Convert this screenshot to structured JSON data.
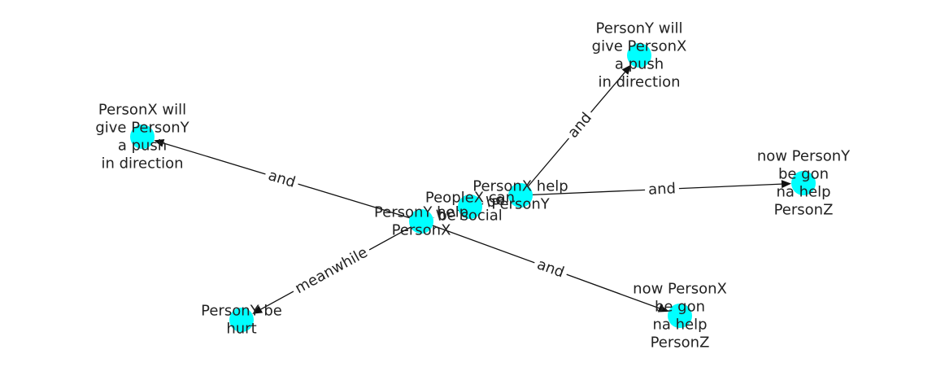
{
  "colors": {
    "node": "#00ffff",
    "edge": "#111111",
    "text": "#222222",
    "background": "#ffffff"
  },
  "graph": {
    "nodes": [
      {
        "id": "n_people_social",
        "lines": [
          "PeopleX can",
          "be social"
        ]
      },
      {
        "id": "n_x_help_y",
        "lines": [
          "PersonX help",
          "PersonY"
        ]
      },
      {
        "id": "n_y_help_x",
        "lines": [
          "PersonY help",
          "PersonX"
        ]
      },
      {
        "id": "n_y_push",
        "lines": [
          "PersonY will",
          "give PersonX",
          "a push",
          "in direction"
        ]
      },
      {
        "id": "n_x_push",
        "lines": [
          "PersonX will",
          "give PersonY",
          "a push",
          "in direction"
        ]
      },
      {
        "id": "n_y_help_z",
        "lines": [
          "now PersonY",
          "be gon",
          "na help",
          "PersonZ"
        ]
      },
      {
        "id": "n_x_help_z",
        "lines": [
          "now PersonX",
          "be gon",
          "na help",
          "PersonZ"
        ]
      },
      {
        "id": "n_y_hurt",
        "lines": [
          "PersonY be",
          "hurt"
        ]
      }
    ],
    "edges": [
      {
        "id": "e1",
        "from": "n_x_help_y",
        "to": "n_y_push",
        "label": "and"
      },
      {
        "id": "e2",
        "from": "n_x_help_y",
        "to": "n_y_help_z",
        "label": "and"
      },
      {
        "id": "e3",
        "from": "n_y_help_x",
        "to": "n_x_push",
        "label": "and"
      },
      {
        "id": "e4",
        "from": "n_y_help_x",
        "to": "n_x_help_z",
        "label": "and"
      },
      {
        "id": "e5",
        "from": "n_y_help_x",
        "to": "n_y_hurt",
        "label": "meanwhile"
      },
      {
        "id": "e6",
        "from": "n_people_social",
        "to": "n_x_help_y",
        "label": "be"
      },
      {
        "id": "e7",
        "from": "n_people_social",
        "to": "n_y_help_x",
        "label": "be"
      }
    ]
  }
}
